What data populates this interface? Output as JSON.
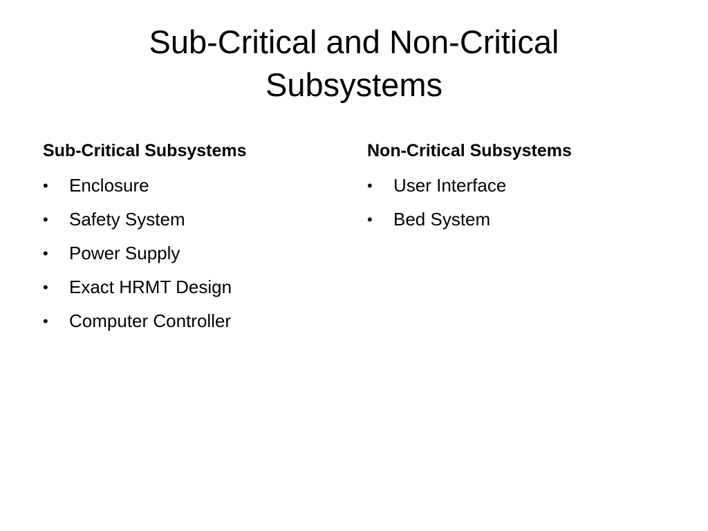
{
  "slide": {
    "title_line1": "Sub-Critical and Non-Critical",
    "title_line2": "Subsystems",
    "bullet_char": "•",
    "left_column": {
      "heading": "Sub-Critical Subsystems",
      "items": [
        "Enclosure",
        "Safety System",
        "Power Supply",
        "Exact HRMT Design",
        "Computer Controller"
      ]
    },
    "right_column": {
      "heading": "Non-Critical Subsystems",
      "items": [
        "User Interface",
        "Bed System"
      ]
    }
  }
}
